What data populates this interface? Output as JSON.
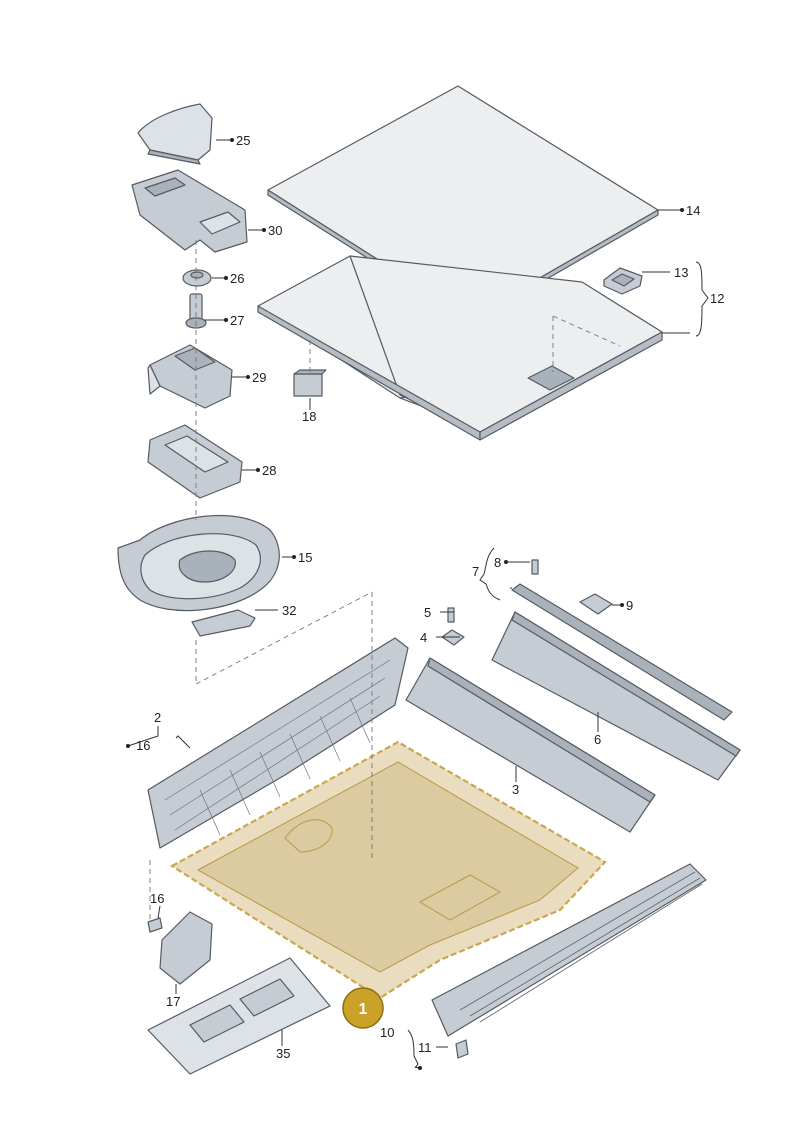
{
  "callouts": {
    "c1": "1",
    "c2": "2",
    "c3": "3",
    "c4": "4",
    "c5": "5",
    "c6": "6",
    "c7": "7",
    "c8": "8",
    "c9": "9",
    "c10": "10",
    "c11": "11",
    "c12": "12",
    "c13": "13",
    "c14": "14",
    "c15": "15",
    "c16a": "16",
    "c16b": "16",
    "c17": "17",
    "c18": "18",
    "c25": "25",
    "c26": "26",
    "c27": "27",
    "c28": "28",
    "c29": "29",
    "c30": "30",
    "c32": "32",
    "c35": "35"
  },
  "highlight_color": "#c9a227"
}
